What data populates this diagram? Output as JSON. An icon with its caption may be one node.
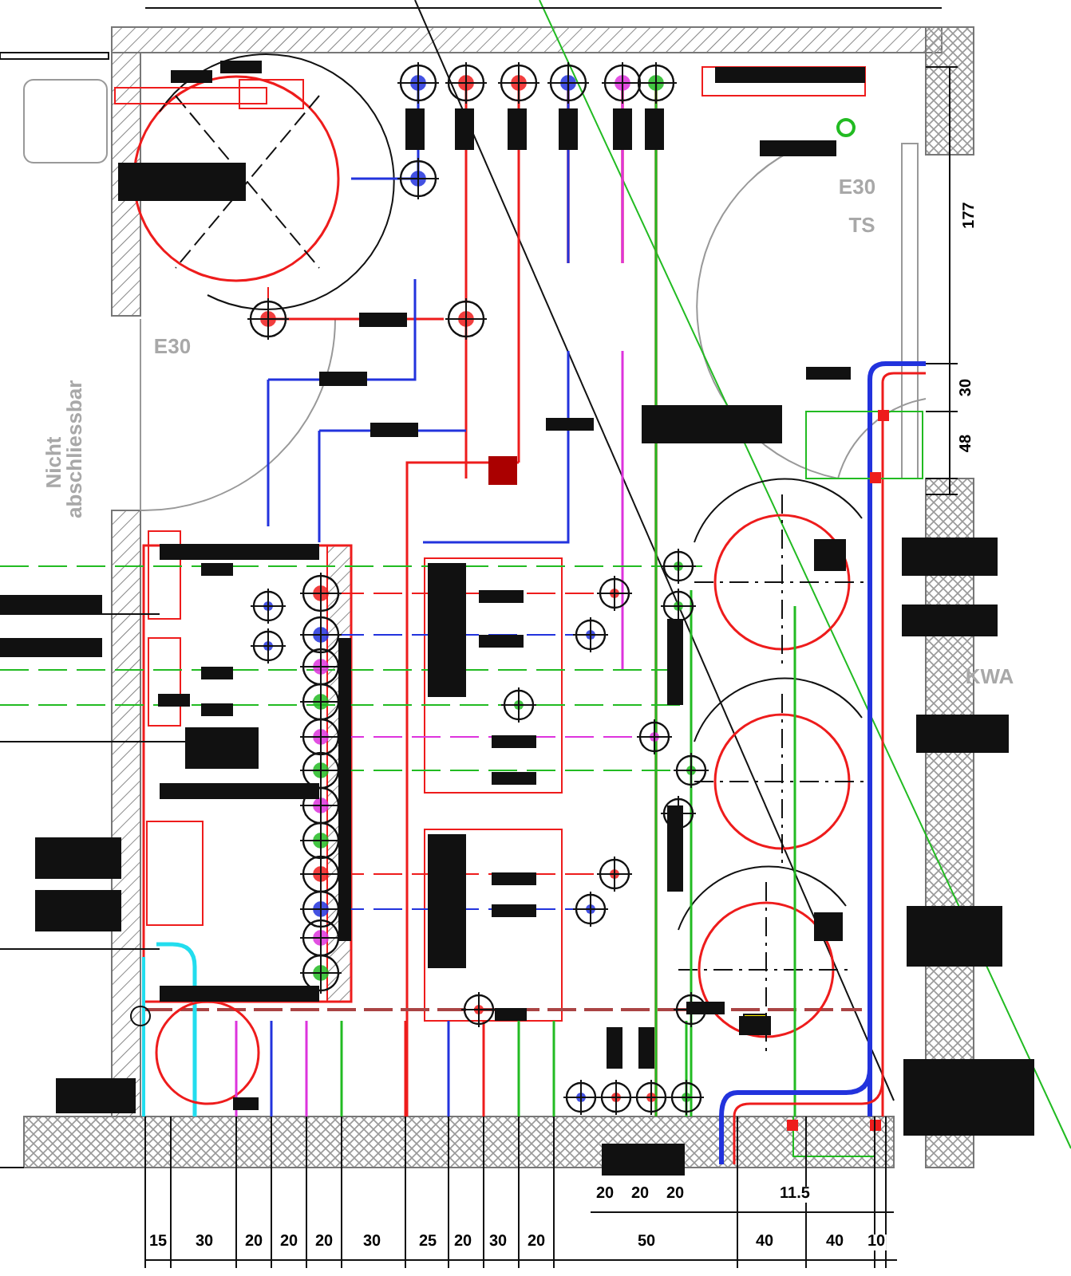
{
  "diagram": {
    "labels": [
      "E30",
      "TS",
      "E30",
      "Nicht abschliessbar",
      "KWA",
      "177",
      "30",
      "48",
      "20",
      "20",
      "20",
      "11.5",
      "15",
      "30",
      "20",
      "20",
      "20",
      "30",
      "25",
      "20",
      "30",
      "20",
      "50",
      "40",
      "40",
      "10"
    ]
  }
}
